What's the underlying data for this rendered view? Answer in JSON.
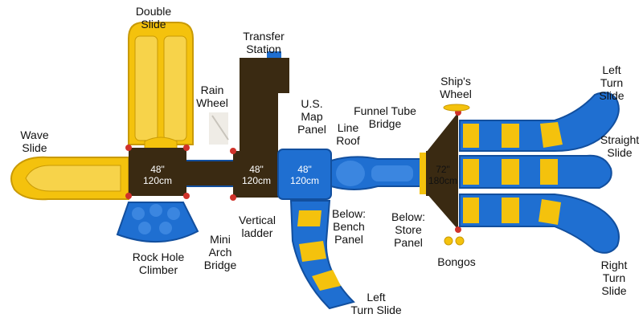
{
  "colors": {
    "yellow": "#f4c20d",
    "yellow_dark": "#c99a05",
    "blue": "#1f6fd1",
    "blue_dark": "#124f9e",
    "roof_brown": "#3a2a12",
    "post_red": "#d0322a",
    "shadow": "#e9e4dc"
  },
  "components": {
    "double_slide": "Double\nSlide",
    "transfer_station": "Transfer\nStation",
    "rain_wheel": "Rain\nWheel",
    "us_map_panel": "U.S.\nMap\nPanel",
    "funnel_tube_bridge": "Funnel Tube\nBridge",
    "line_roof": "Line\nRoof",
    "ships_wheel": "Ship's\nWheel",
    "left_turn_slide_top": "Left\nTurn Slide",
    "straight_slide": "Straight\nSlide",
    "wave_slide": "Wave\nSlide",
    "vertical_ladder": "Vertical\nladder",
    "below_bench_panel": "Below:\nBench\nPanel",
    "below_store_panel": "Below:\nStore\nPanel",
    "mini_arch_bridge": "Mini\nArch\nBridge",
    "rock_hole_climber": "Rock Hole\nClimber",
    "bongos": "Bongos",
    "right_turn_slide": "Right\nTurn Slide",
    "left_turn_slide_bottom": "Left\nTurn Slide"
  },
  "decks": {
    "deck1": "48\"\n120cm",
    "deck2": "48\"\n120cm",
    "deck3": "48\"\n120cm",
    "deck4": "72\"\n180cm"
  }
}
